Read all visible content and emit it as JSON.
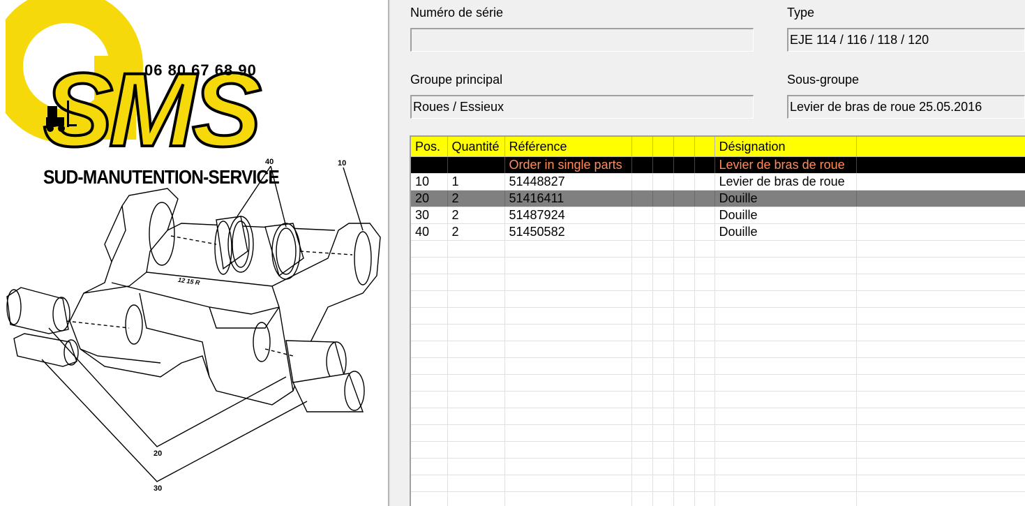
{
  "logo": {
    "phone": "06 80 67 68 90",
    "brand": "SMS",
    "company": "SUD-MANUTENTION-SERVICE",
    "accent": "#f5d90a"
  },
  "diagram": {
    "callouts": [
      "40",
      "10",
      "20",
      "30"
    ],
    "part_stamp": "12 15 R"
  },
  "fields": {
    "serial": {
      "label": "Numéro de série",
      "value": ""
    },
    "type": {
      "label": "Type",
      "value": "EJE 114 / 116 / 118 / 120"
    },
    "main_group": {
      "label": "Groupe principal",
      "value": "Roues / Essieux"
    },
    "sub_group": {
      "label": "Sous-groupe",
      "value": "Levier de bras de roue 25.05.2016"
    }
  },
  "table": {
    "headers": [
      "Pos.",
      "Quantité",
      "Référence",
      "",
      "",
      "",
      "",
      "Désignation",
      ""
    ],
    "order_row": {
      "reference": "Order in single parts",
      "designation": "Levier de bras de roue"
    },
    "rows": [
      {
        "pos": "10",
        "qty": "1",
        "ref": "51448827",
        "designation": "Levier de bras de roue"
      },
      {
        "pos": "20",
        "qty": "2",
        "ref": "51416411",
        "designation": "Douille"
      },
      {
        "pos": "30",
        "qty": "2",
        "ref": "51487924",
        "designation": "Douille"
      },
      {
        "pos": "40",
        "qty": "2",
        "ref": "51450582",
        "designation": "Douille"
      }
    ]
  },
  "colors": {
    "header_bg": "#ffff00",
    "order_row_bg": "#000000",
    "order_row_text": "#ff8c5a",
    "selected_row_bg": "#808080"
  }
}
